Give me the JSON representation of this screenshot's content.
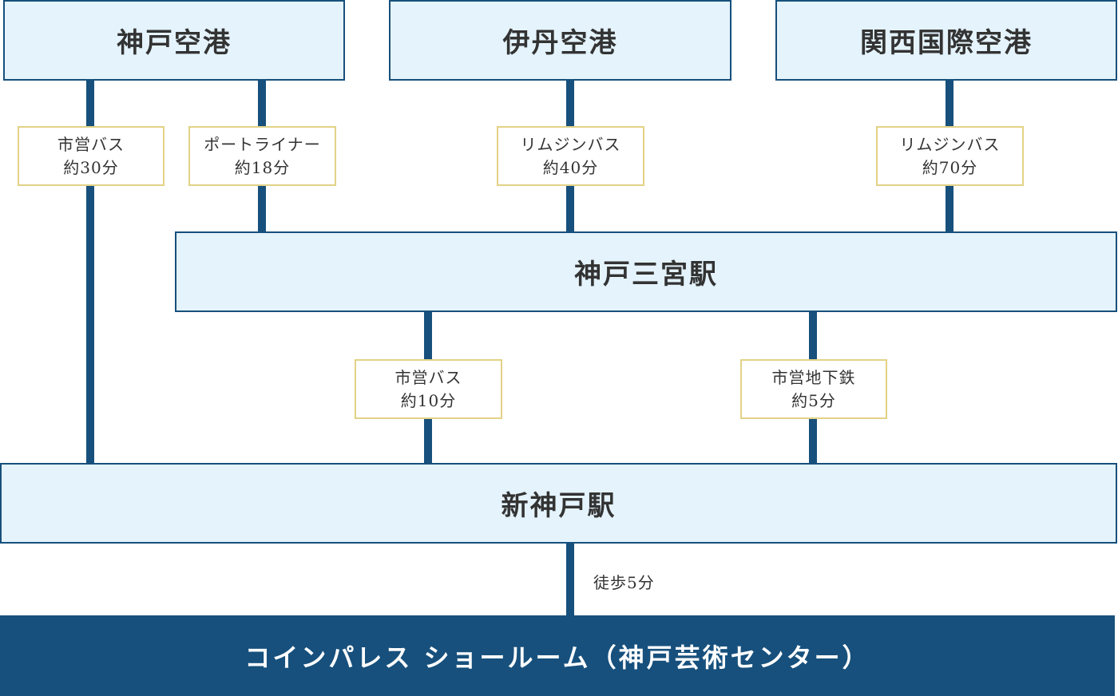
{
  "airports": {
    "kobe": "神戸空港",
    "itami": "伊丹空港",
    "kansai": "関西国際空港"
  },
  "stations": {
    "sannomiya": "神戸三宮駅",
    "shin_kobe": "新神戸駅"
  },
  "routes": {
    "kobe_bus": {
      "mode": "市営バス",
      "time": "約30分"
    },
    "kobe_portliner": {
      "mode": "ポートライナー",
      "time": "約18分"
    },
    "itami_limousine": {
      "mode": "リムジンバス",
      "time": "約40分"
    },
    "kansai_limousine": {
      "mode": "リムジンバス",
      "time": "約70分"
    },
    "sannomiya_bus": {
      "mode": "市営バス",
      "time": "約10分"
    },
    "sannomiya_subway": {
      "mode": "市営地下鉄",
      "time": "約5分"
    }
  },
  "walk": "徒歩5分",
  "destination": "コインパレス ショールーム（神戸芸術センター）",
  "colors": {
    "line": "#17507c",
    "box_fill": "#e4f3fc",
    "label_border": "#e2d286",
    "destination_fill": "#17507c"
  }
}
